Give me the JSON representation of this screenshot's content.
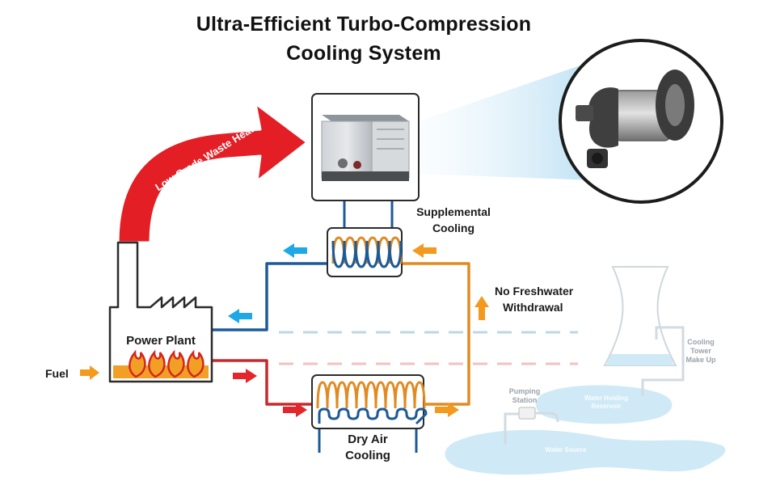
{
  "title": {
    "line1": "Ultra-Efficient Turbo-Compression",
    "line2": "Cooling System"
  },
  "labels": {
    "waste_heat": "Low Grade Waste Heat",
    "power_plant": "Power Plant",
    "fuel": "Fuel",
    "supplemental_cooling_1": "Supplemental",
    "supplemental_cooling_2": "Cooling",
    "dry_air_cooling_1": "Dry Air",
    "dry_air_cooling_2": "Cooling",
    "no_freshwater_1": "No Freshwater",
    "no_freshwater_2": "Withdrawal",
    "cooling_tower_1": "Cooling",
    "cooling_tower_2": "Tower",
    "cooling_tower_3": "Make Up",
    "pumping_station_1": "Pumping",
    "pumping_station_2": "Station",
    "water_holding_1": "Water Holding",
    "water_holding_2": "Reservoir",
    "water_source": "Water Source"
  },
  "colors": {
    "hot_line": "#c8292b",
    "cool_line": "#1d5b98",
    "warm_line": "#e28a22",
    "arrow_blue": "#1ea8e6",
    "arrow_red": "#e3262b",
    "arrow_orange": "#f39a1e",
    "waste_heat_arrow": "#e31e25",
    "faded_water": "#bfe3f3"
  },
  "icons": {
    "chiller": "chiller-unit-icon",
    "compressor": "turbo-compressor-icon",
    "flame": "flame-icon",
    "factory": "factory-icon"
  }
}
